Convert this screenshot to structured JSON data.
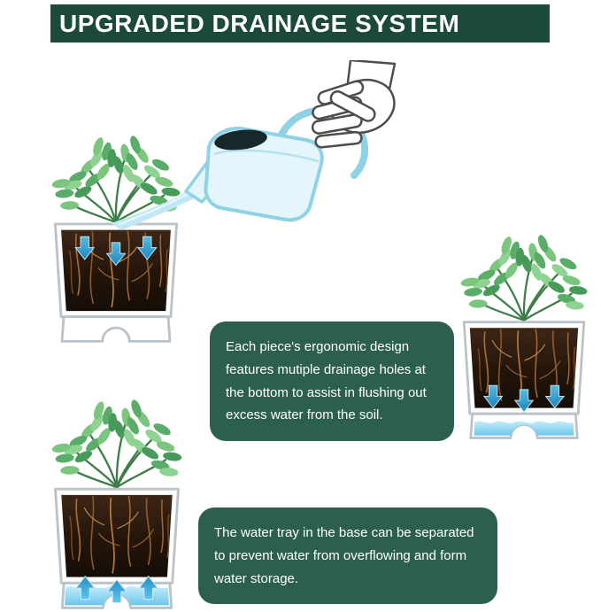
{
  "header": {
    "title": "UPGRADED DRAINAGE SYSTEM"
  },
  "callouts": {
    "drainage_text": "Each piece's ergonomic design features mutiple drainage holes at the bottom to assist in flushing out excess water from the soil.",
    "tray_text": "The water tray in the base can be separated to prevent water from overflowing and form water storage."
  },
  "illustrations": {
    "watering": "hand-pouring-watering-can-icon",
    "planter_top_left": "planter-water-flowing-down-icon",
    "planter_right": "planter-bottom-drainage-holes-icon",
    "planter_bottom_left": "planter-water-tray-storage-icon"
  },
  "colors": {
    "banner_green": "#1b4a3c",
    "callout_green": "#2d5f50",
    "arrow_blue": "#2aa3dc",
    "water_blue": "#9fdcf3",
    "leaf_green": "#7cc57f",
    "soil_brown": "#2b1a10",
    "can_teal": "#8fd2e6"
  }
}
